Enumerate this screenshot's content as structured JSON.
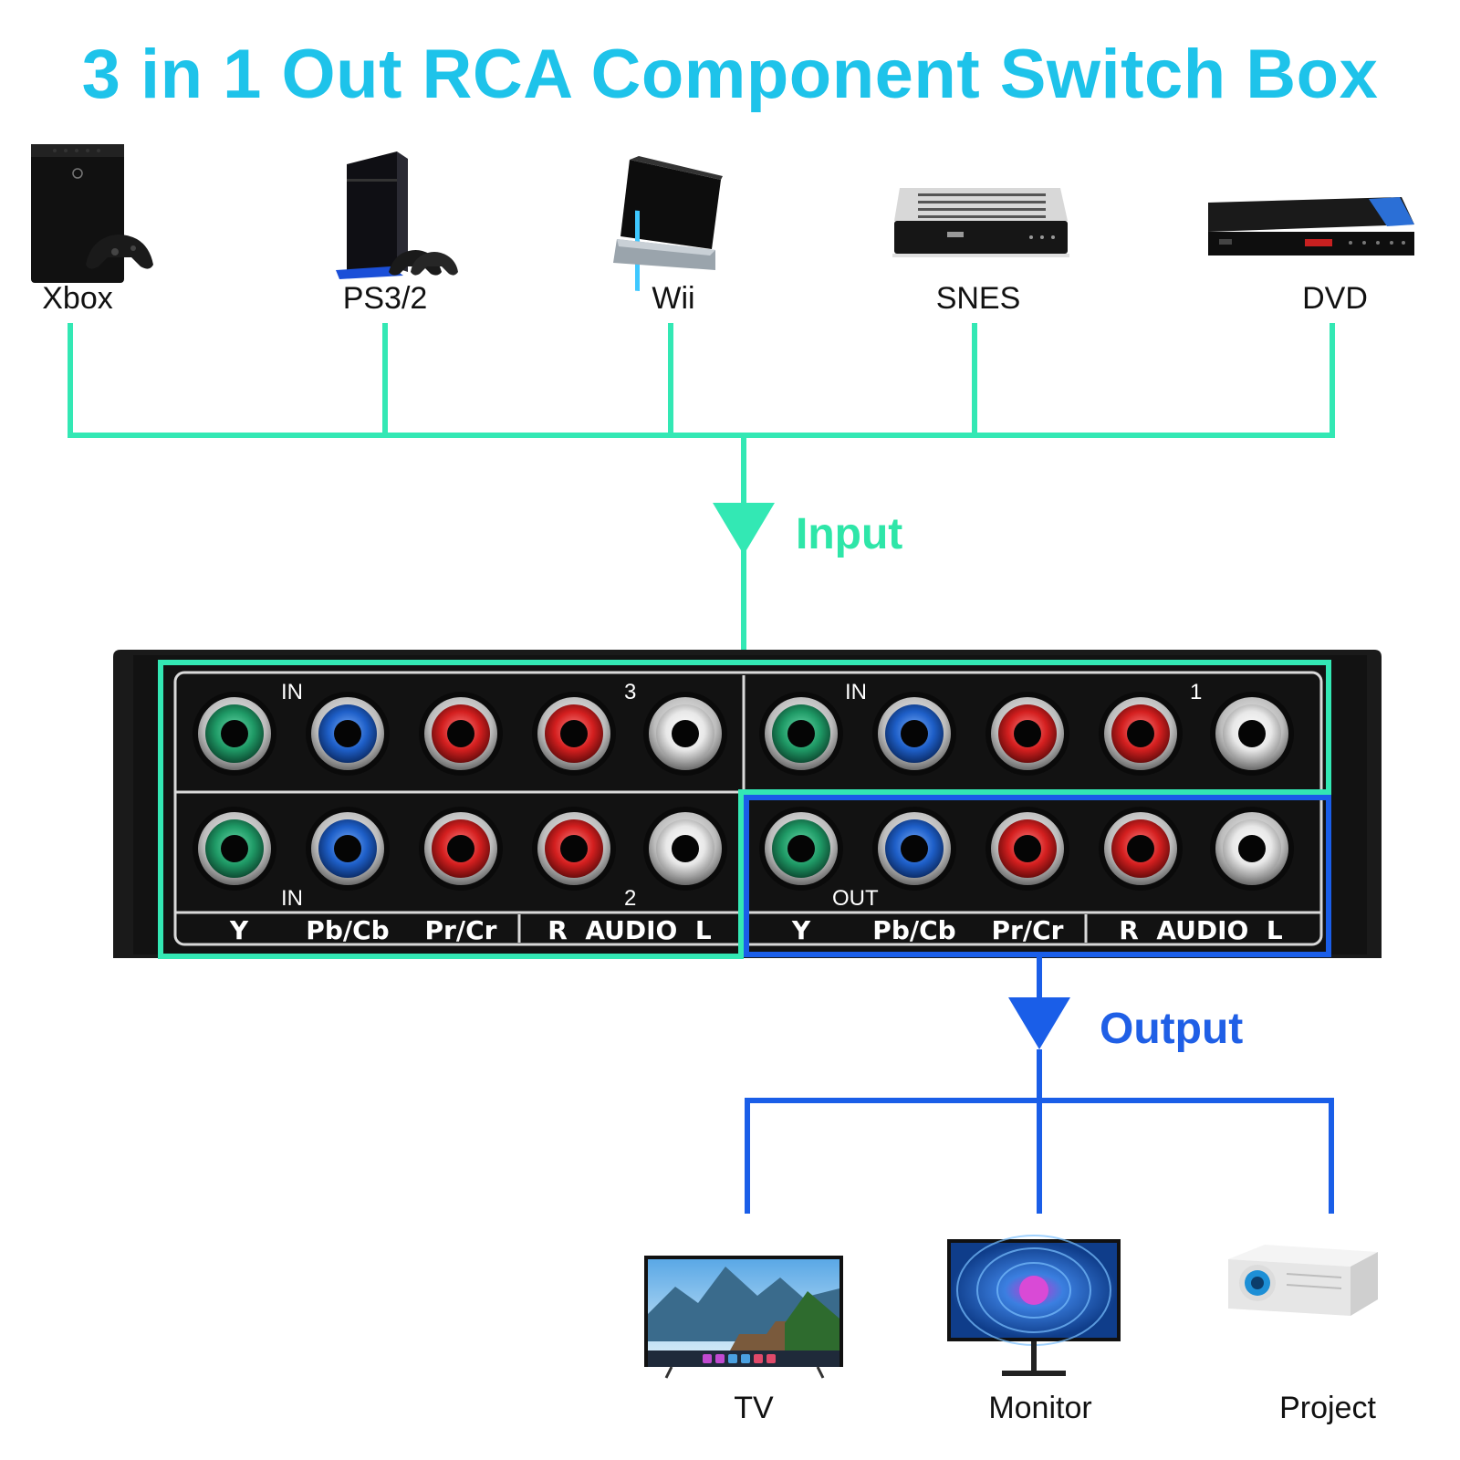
{
  "title": "3 in 1 Out RCA Component Switch Box",
  "colors": {
    "title": "#1ec3ea",
    "input_line": "#33e8b4",
    "input_label": "#2ee6a8",
    "output_line": "#1a5ee8",
    "output_label": "#1f5fe6",
    "panel": "#151515",
    "jack_green": "#1f9a66",
    "jack_blue": "#1e5fc8",
    "jack_red": "#d41f1f",
    "jack_white": "#f2f2f2"
  },
  "sources": [
    {
      "label": "Xbox",
      "icon": "xbox-console-icon"
    },
    {
      "label": "PS3/2",
      "icon": "playstation-console-icon"
    },
    {
      "label": "Wii",
      "icon": "wii-console-icon"
    },
    {
      "label": "SNES",
      "icon": "set-top-box-icon"
    },
    {
      "label": "DVD",
      "icon": "dvd-player-icon"
    }
  ],
  "flow": {
    "input_label": "Input",
    "output_label": "Output"
  },
  "panel": {
    "top_left": {
      "in_label": "IN",
      "number": "3"
    },
    "top_right": {
      "in_label": "IN",
      "number": "1"
    },
    "bottom_left": {
      "in_label": "IN",
      "number": "2"
    },
    "bottom_right": {
      "out_label": "OUT"
    },
    "column_labels_left": {
      "y": "Y",
      "pb": "Pb/Cb",
      "pr": "Pr/Cr",
      "audio": "R  AUDIO  L"
    },
    "column_labels_right": {
      "y": "Y",
      "pb": "Pb/Cb",
      "pr": "Pr/Cr",
      "audio": "R  AUDIO  L"
    }
  },
  "outputs": [
    {
      "label": "TV",
      "icon": "tv-icon"
    },
    {
      "label": "Monitor",
      "icon": "monitor-icon"
    },
    {
      "label": "Project",
      "icon": "projector-icon"
    }
  ]
}
